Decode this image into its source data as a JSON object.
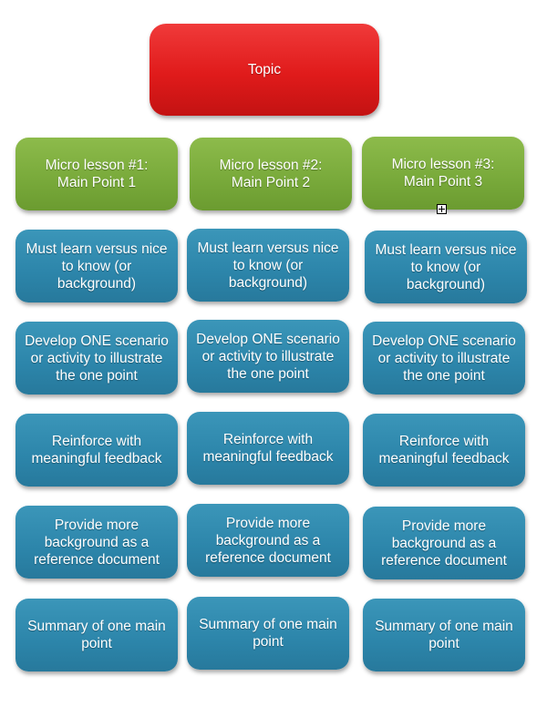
{
  "topic": "Topic",
  "columns": [
    {
      "header": [
        "Micro lesson #1:",
        "Main Point 1"
      ],
      "steps": [
        [
          "Must learn versus nice",
          "to know (or",
          "background)"
        ],
        [
          "Develop ONE scenario",
          "or activity to illustrate",
          "the one point"
        ],
        [
          "Reinforce with",
          "meaningful feedback"
        ],
        [
          "Provide more",
          "background as a",
          "reference document"
        ],
        [
          "Summary of one main",
          "point"
        ]
      ]
    },
    {
      "header": [
        "Micro lesson #2:",
        "Main Point 2"
      ],
      "steps": [
        [
          "Must learn versus nice",
          "to know (or",
          "background)"
        ],
        [
          "Develop ONE scenario",
          "or activity to illustrate",
          "the one point"
        ],
        [
          "Reinforce with",
          "meaningful feedback"
        ],
        [
          "Provide more",
          "background as a",
          "reference document"
        ],
        [
          "Summary of one main",
          "point"
        ]
      ]
    },
    {
      "header": [
        "Micro lesson #3:",
        "Main Point 3"
      ],
      "steps": [
        [
          "Must learn versus nice",
          "to know (or",
          "background)"
        ],
        [
          "Develop ONE scenario",
          "or activity to illustrate",
          "the one point"
        ],
        [
          "Reinforce with",
          "meaningful feedback"
        ],
        [
          "Provide more",
          "background as a",
          "reference document"
        ],
        [
          "Summary of one main",
          "point"
        ]
      ]
    }
  ],
  "colors": {
    "topic": "#e01b1b",
    "header": "#78a93a",
    "step": "#2c85aa"
  },
  "icons": {
    "selection_handle": "plus-box-icon"
  }
}
